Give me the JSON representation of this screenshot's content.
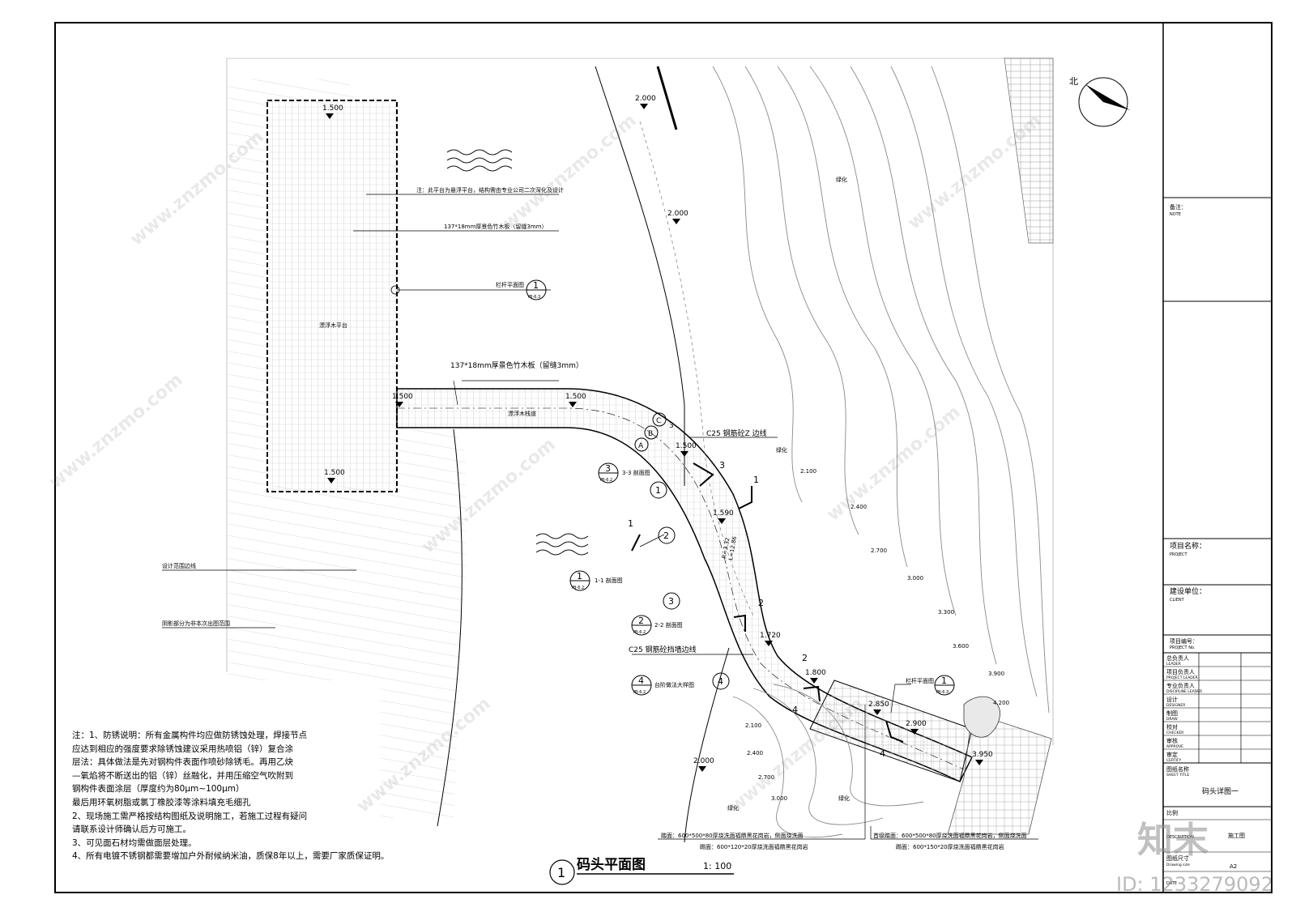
{
  "drawing": {
    "title": "码头平面图",
    "scale": "1: 100",
    "number": "1"
  },
  "north_label": "北",
  "labels": {
    "floating_platform": "漂浮木平台",
    "floating_walkway": "漂浮木栈道",
    "greening": "绿化",
    "note_platform": "注：此平台为悬浮平台，结构需由专业公司二次深化及设计",
    "bamboo_board_1": "137*18mm厚景色竹木板（留缝3mm）",
    "bamboo_board_2": "137*18mm厚景色竹木板（留缝3mm）",
    "railing_plan": "栏杆平面图",
    "railing_plan_2": "栏杆平面图",
    "design_boundary": "设计范围边线",
    "shadow_note": "阴影部分为非本次出图范围",
    "c25_z": "C25 钢筋砼Z 边线",
    "c25_wall": "C25 钢筋砼挡墙边线",
    "section_11": "1-1 剖面图",
    "section_22": "2-2 剖面图",
    "section_33": "3-3 剖面图",
    "step_detail": "台阶做法大样图",
    "paving_1a": "踏面：600*500*80厚烧洗面福鼎黑花岗岩，侧面烧洗面",
    "paving_1b": "踢面：600*120*20厚烧洗面福鼎黑花岗岩",
    "paving_2a": "首级踏面：600*500*80厚烧洗面福鼎黑花岗岩，侧面烧洗面",
    "paving_2b": "踢面：600*150*20厚烧洗面福鼎黑花岗岩",
    "ref_yb62": "YB-6.2",
    "ref_yb63": "YB-6.3",
    "circle_1": "1",
    "circle_2": "2",
    "circle_3": "3",
    "circle_4": "4",
    "grid_a": "A",
    "grid_b": "B",
    "grid_c": "C",
    "radius_1": "R=3.32",
    "radius_2": "L=12.86"
  },
  "elevations": {
    "e1": "1.500",
    "e2": "1.500",
    "e3": "1.500",
    "e4": "1.500",
    "e5": "1.500",
    "e6": "1.590",
    "e7": "1.720",
    "e8": "1.800",
    "e9": "2.850",
    "e10": "2.900",
    "e11": "3.950",
    "e12": "2.000",
    "e13": "2.000",
    "e14": "2.000"
  },
  "contours": {
    "c1": "2.100",
    "c2": "2.400",
    "c3": "2.700",
    "c4": "3.000",
    "c5": "3.300",
    "c6": "3.600",
    "c7": "3.900",
    "c8": "4.200",
    "c9": "2.100",
    "c10": "2.400",
    "c11": "2.700",
    "c12": "3.000"
  },
  "notes": [
    "注：1、防锈说明：所有金属构件均应做防锈蚀处理，焊接节点",
    "应达到相应的强度要求除锈蚀建议采用热喷铝（锌）复合涂",
    "层法：具体做法是先对钢构件表面作喷砂除锈毛。再用乙炔",
    "—氧焰将不断送出的铝（锌）丝融化，并用压缩空气吹附到",
    "钢构件表面涂层（厚度约为80μm~100μm）",
    "最后用环氧树脂或氯丁橡胶漆等涂料填充毛细孔",
    "2、现场施工需严格按结构图纸及说明施工，若施工过程有疑问",
    "请联系设计师确认后方可施工。",
    "3、可见面石材均需做面层处理。",
    "4、所有电镀不锈钢都需要增加户外耐候纳米油，质保8年以上，需要厂家质保证明。"
  ],
  "title_block": {
    "note_cn": "备注：",
    "note_en": "NOTE",
    "project_cn": "项目名称：",
    "project_en": "PROJECT",
    "client_cn": "建设单位：",
    "client_en": "CLIENT",
    "project_no_cn": "项目编号：",
    "project_no_en": "PROJECT No.",
    "rows": [
      {
        "cn": "总负责人",
        "en": "LEADER"
      },
      {
        "cn": "项目负责人",
        "en": "PROJECT LEADER"
      },
      {
        "cn": "专业负责人",
        "en": "DISCIPLINE LEADER"
      },
      {
        "cn": "设计",
        "en": "DESIGNER"
      },
      {
        "cn": "制图",
        "en": "DRAW"
      },
      {
        "cn": "校对",
        "en": "CHECKER"
      },
      {
        "cn": "审核",
        "en": "APPROVE"
      },
      {
        "cn": "审定",
        "en": "CERTIFY"
      }
    ],
    "sheet_title_cn": "图纸名称",
    "sheet_title_en": "SHEET TITLE",
    "sheet_title": "码头详图一",
    "scale_cn": "比例",
    "desc_en": "DESCRIPTION",
    "desc_value": "施工图",
    "size_cn": "图纸尺寸",
    "size_en": "Drawing size",
    "size_value": "A2",
    "date_en": "DATE"
  },
  "watermark": {
    "brand": "知末",
    "id": "ID: 1233279092",
    "site": "www.znzmo.com"
  }
}
